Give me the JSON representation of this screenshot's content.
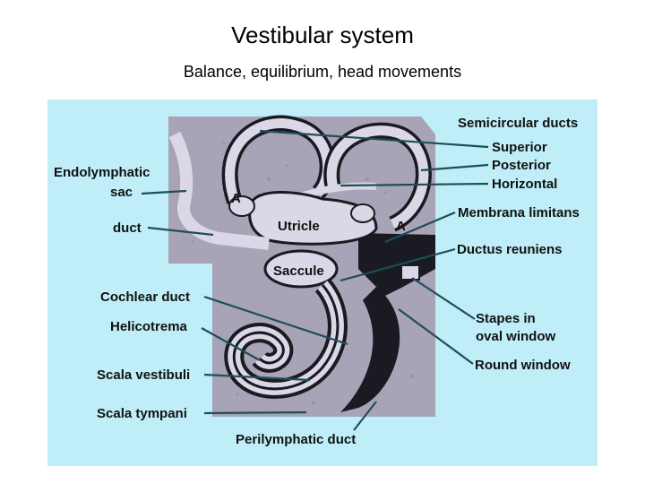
{
  "header": {
    "title": "Vestibular system",
    "subtitle": "Balance, equilibrium, head movements"
  },
  "labels": {
    "semicircular_ducts": "Semicircular ducts",
    "superior": "Superior",
    "posterior": "Posterior",
    "horizontal": "Horizontal",
    "membrana_limitans": "Membrana limitans",
    "ductus_reuniens": "Ductus reuniens",
    "stapes_line1": "Stapes in",
    "stapes_line2": "oval window",
    "round_window": "Round window",
    "endolymphatic_line1": "Endolymphatic",
    "endolymphatic_line2": "sac",
    "duct": "duct",
    "cochlear_duct": "Cochlear duct",
    "helicotrema": "Helicotrema",
    "scala_vestibuli": "Scala vestibuli",
    "scala_tympani": "Scala tympani",
    "perilymphatic_duct": "Perilymphatic duct",
    "utricle": "Utricle",
    "saccule": "Saccule",
    "ampulla_left": "A",
    "ampulla_right": "A"
  },
  "colors": {
    "panel": "#bfeef8",
    "tissue": "#a8a3b6",
    "duct": "#dcd7e6",
    "dark": "#1a1a22",
    "line": "#1d4f57"
  }
}
